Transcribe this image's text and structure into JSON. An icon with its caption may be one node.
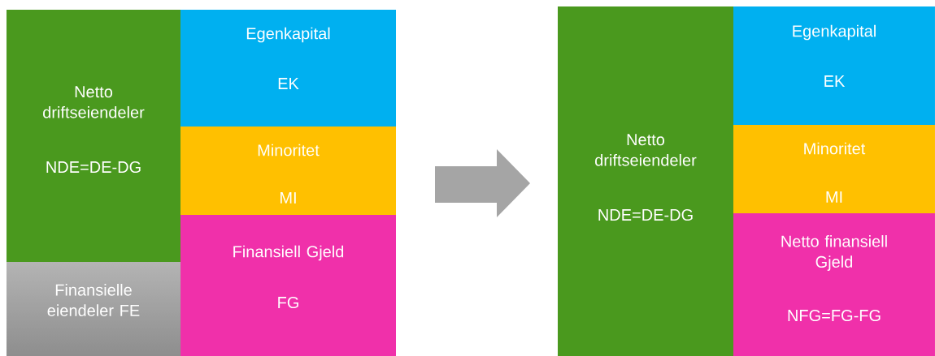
{
  "diagram": {
    "nodes": [
      {
        "text": [
          "Netto driftseiendeler",
          "NDE=DE-DG"
        ]
      },
      {
        "text": [
          "Egenkapital",
          "EK"
        ]
      },
      {
        "text": [
          "Minoritet",
          "MI"
        ]
      },
      {
        "text": [
          "Finansielle eiendeler FE"
        ]
      },
      {
        "text": [
          "Finansiell Gjeld",
          "FG"
        ]
      },
      {
        "text": [
          "Netto driftseiendeler",
          "NDE=DE-DG"
        ]
      },
      {
        "text": [
          "Egenkapital",
          "EK"
        ]
      },
      {
        "text": [
          "Minoritet",
          "MI"
        ]
      },
      {
        "text": [
          "Netto finansiell Gjeld",
          "NFG=FG-FG"
        ]
      }
    ],
    "edges": []
  }
}
